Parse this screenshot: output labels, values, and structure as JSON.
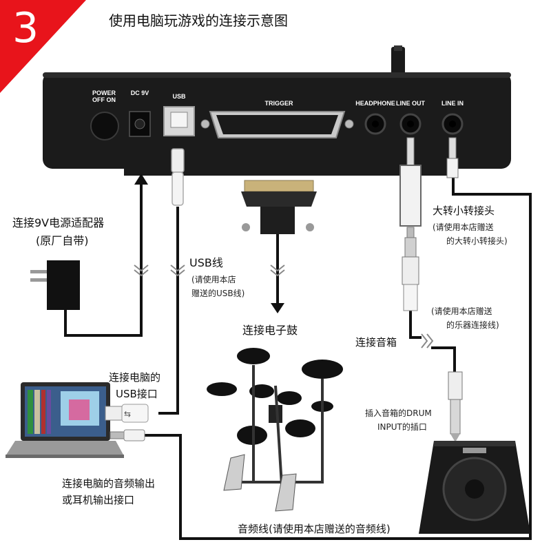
{
  "badge": {
    "number": "3",
    "color": "#e8141b"
  },
  "title": "使用电脑玩游戏的连接示意图",
  "device": {
    "ports": {
      "power": "POWER\nOFF ON",
      "dc": "DC 9V",
      "usb": "USB",
      "trigger": "TRIGGER",
      "headphone": "HEADPHONE",
      "line_out": "LINE OUT",
      "line_in": "LINE IN"
    }
  },
  "labels": {
    "adapter": "连接9V电源适配器",
    "adapter_note": "(原厂自带)",
    "usb_cable": "USB线",
    "usb_cable_note1": "(请使用本店",
    "usb_cable_note2": "赠送的USB线)",
    "drum": "连接电子鼓",
    "big_small": "大转小转接头",
    "big_small_note1": "(请使用本店赠送",
    "big_small_note2": "的大转小转接头)",
    "instrument_note1": "(请使用本店赠送",
    "instrument_note2": "的乐器连接线)",
    "speaker": "连接音箱",
    "pc_usb1": "连接电脑的",
    "pc_usb2": "USB接口",
    "drum_input1": "插入音箱的DRUM",
    "drum_input2": "INPUT的插口",
    "pc_audio1": "连接电脑的音频输出",
    "pc_audio2": "或耳机输出接口",
    "audio_cable": "音频线(请使用本店赠送的音频线)"
  },
  "colors": {
    "line": "#111111",
    "device": "#1b1b1b"
  }
}
